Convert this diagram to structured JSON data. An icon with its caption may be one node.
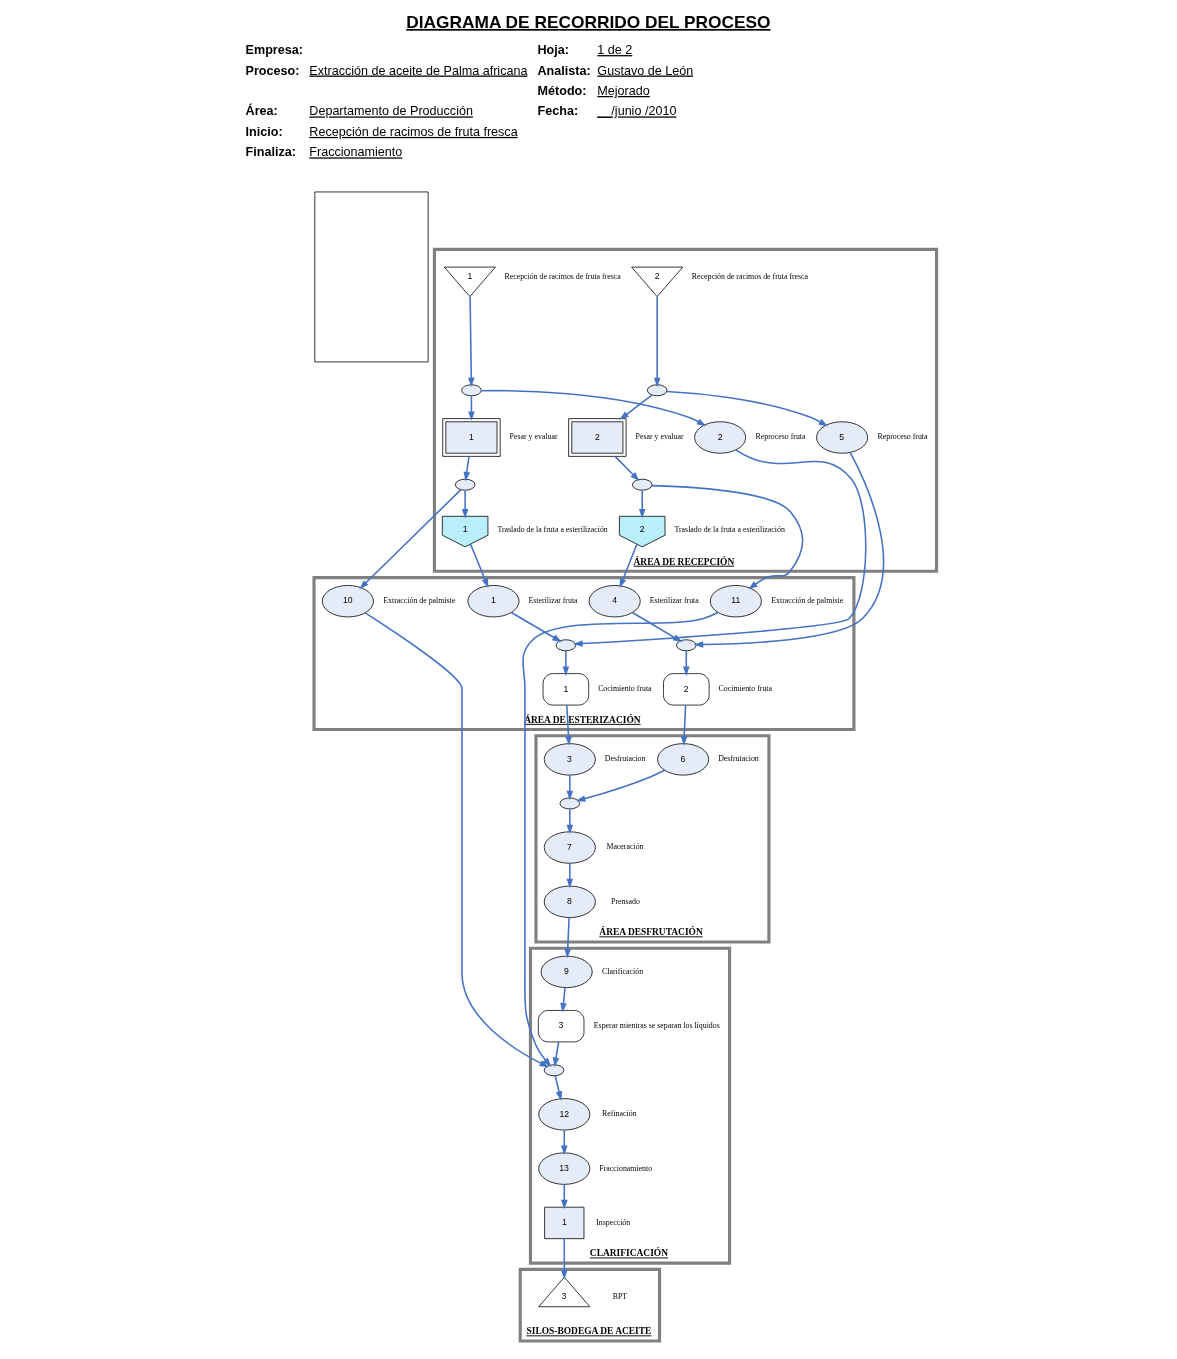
{
  "diagram": {
    "title": "DIAGRAMA DE RECORRIDO DEL PROCESO",
    "nodes": [
      {
        "text": [
          "CLARIFICACIÓN"
        ]
      },
      {
        "text": [
          "SILOS-BODEGA DE ACEITE"
        ]
      },
      {
        "text": [],
        "shape": "box"
      },
      {
        "text": [
          "ÁREA DE RECEPCIÓN"
        ]
      },
      {
        "text": [
          "ÁREA DE ESTERIZACIÓN"
        ]
      },
      {
        "text": [
          "ÁREA DESFRUTACIÓN"
        ]
      },
      {
        "text": [
          "2"
        ],
        "beside": [
          "Recepción de racimos de fruta fresca"
        ],
        "in": 3
      },
      {
        "text": [],
        "shape": "circle",
        "in": 3
      },
      {
        "text": [
          "2"
        ],
        "beside": [
          "Pesar y evaluar"
        ],
        "in": 3
      },
      {
        "text": [],
        "shape": "circle",
        "in": 3
      },
      {
        "text": [
          "2"
        ],
        "beside": [
          "Traslado de la fruta a esterilización"
        ],
        "in": 3
      },
      {
        "text": [
          "5"
        ],
        "beside": [
          "Reproceso fruta"
        ],
        "in": 3
      },
      {
        "text": [
          "1"
        ],
        "beside": [
          "Recepción de racimos de fruta fresca"
        ],
        "in": 3
      },
      {
        "text": [],
        "shape": "circle",
        "in": 3
      },
      {
        "text": [
          "1"
        ],
        "beside": [
          "Pesar y evaluar"
        ],
        "in": 3
      },
      {
        "text": [
          "2"
        ],
        "beside": [
          "Reproceso fruta"
        ],
        "in": 3
      },
      {
        "text": [],
        "shape": "circle",
        "in": 3
      },
      {
        "text": [
          "1"
        ],
        "beside": [
          "Traslado de la fruta a esterilización"
        ],
        "in": 3
      },
      {
        "text": [
          "11"
        ],
        "beside": [
          "Extracción de palmiste"
        ],
        "in": 4
      },
      {
        "text": [
          "10"
        ],
        "beside": [
          "Extracción de palmiste"
        ],
        "in": 4
      },
      {
        "text": [
          "4"
        ],
        "beside": [
          "Esterilizar fruta"
        ],
        "in": 4
      },
      {
        "text": [],
        "shape": "circle",
        "in": 4
      },
      {
        "text": [
          "2"
        ],
        "beside": [
          "Cocimiento fruta"
        ],
        "in": 4
      },
      {
        "text": [
          "1"
        ],
        "beside": [
          "Esterilizar fruta"
        ],
        "in": 4
      },
      {
        "text": [],
        "shape": "circle",
        "in": 4
      },
      {
        "text": [
          "1"
        ],
        "beside": [
          "Cocimiento fruta"
        ],
        "in": 4
      },
      {
        "text": [
          "6"
        ],
        "beside": [
          "Desfrutacion"
        ],
        "in": 5
      },
      {
        "text": [
          "3"
        ],
        "beside": [
          "Desfrutacion"
        ],
        "in": 5
      },
      {
        "text": [],
        "shape": "circle",
        "in": 5
      },
      {
        "text": [
          "7"
        ],
        "beside": [
          "Maceración"
        ],
        "in": 5
      },
      {
        "text": [
          "8"
        ],
        "beside": [
          "Prensado"
        ],
        "in": 5
      },
      {
        "text": [
          "9"
        ],
        "beside": [
          "Clarificación"
        ],
        "in": 0
      },
      {
        "text": [
          "3"
        ],
        "beside": [
          "Esperar mientras se separan los líquidos"
        ],
        "in": 0
      },
      {
        "text": [],
        "shape": "circle",
        "in": 0
      },
      {
        "text": [
          "12"
        ],
        "beside": [
          "Refinación"
        ],
        "in": 0
      },
      {
        "text": [
          "13"
        ],
        "beside": [
          "Fraccionamiento"
        ],
        "in": 0
      },
      {
        "text": [
          "1"
        ],
        "beside": [
          "Inspección"
        ],
        "in": 0
      },
      {
        "text": [
          "3"
        ],
        "beside": [
          "BPT"
        ],
        "in": 1
      }
    ],
    "edges": [
      {
        "from": 6,
        "to": 7,
        "arrow": "to"
      },
      {
        "from": 7,
        "to": 8,
        "arrow": "to"
      },
      {
        "from": 7,
        "to": 11,
        "arrow": "to"
      },
      {
        "from": 8,
        "to": 9,
        "arrow": "to"
      },
      {
        "from": 9,
        "to": 10,
        "arrow": "to"
      },
      {
        "from": 9,
        "to": 18,
        "arrow": "to"
      },
      {
        "from": 10,
        "to": 20,
        "arrow": "to"
      },
      {
        "from": 11,
        "to": 24,
        "arrow": "to"
      },
      {
        "from": 12,
        "to": 13,
        "arrow": "to"
      },
      {
        "from": 13,
        "to": 14,
        "arrow": "to"
      },
      {
        "from": 13,
        "to": 15,
        "arrow": "to"
      },
      {
        "from": 14,
        "to": 16,
        "arrow": "to"
      },
      {
        "from": 16,
        "to": 17,
        "arrow": "to"
      },
      {
        "from": 16,
        "to": 19,
        "arrow": "to"
      },
      {
        "from": 15,
        "to": 21,
        "arrow": "to"
      },
      {
        "from": 17,
        "to": 23,
        "arrow": "to"
      },
      {
        "from": 20,
        "to": 24,
        "arrow": "to"
      },
      {
        "from": 24,
        "to": 22,
        "arrow": "to"
      },
      {
        "from": 23,
        "to": 21,
        "arrow": "to"
      },
      {
        "from": 21,
        "to": 25,
        "arrow": "to"
      },
      {
        "from": 22,
        "to": 26,
        "arrow": "to"
      },
      {
        "from": 25,
        "to": 27,
        "arrow": "to"
      },
      {
        "from": 27,
        "to": 28,
        "arrow": "to"
      },
      {
        "from": 26,
        "to": 28,
        "arrow": "to"
      },
      {
        "from": 28,
        "to": 29,
        "arrow": "to"
      },
      {
        "from": 29,
        "to": 30,
        "arrow": "to"
      },
      {
        "from": 30,
        "to": 31,
        "arrow": "to"
      },
      {
        "from": 31,
        "to": 32,
        "arrow": "to"
      },
      {
        "from": 18,
        "to": 33,
        "arrow": "to"
      },
      {
        "from": 19,
        "to": 33,
        "arrow": "to"
      },
      {
        "from": 32,
        "to": 33,
        "arrow": "to"
      },
      {
        "from": 33,
        "to": 34,
        "arrow": "to"
      },
      {
        "from": 34,
        "to": 35,
        "arrow": "to"
      },
      {
        "from": 35,
        "to": 36,
        "arrow": "to"
      },
      {
        "from": 36,
        "to": 37,
        "arrow": "to"
      }
    ],
    "labels": [
      "Empresa:",
      "Hoja:",
      "1 de 2",
      "Proceso:",
      "Extracción de aceite de Palma africana",
      "Analista:",
      "Gustavo de León",
      "Método:",
      "Mejorado",
      "Área:",
      "Departamento de Producción",
      "Fecha:",
      "__/junio /2010",
      "Inicio:",
      "Recepción de racimos de fruta fresca",
      "Finaliza:",
      "Fraccionamiento"
    ]
  }
}
